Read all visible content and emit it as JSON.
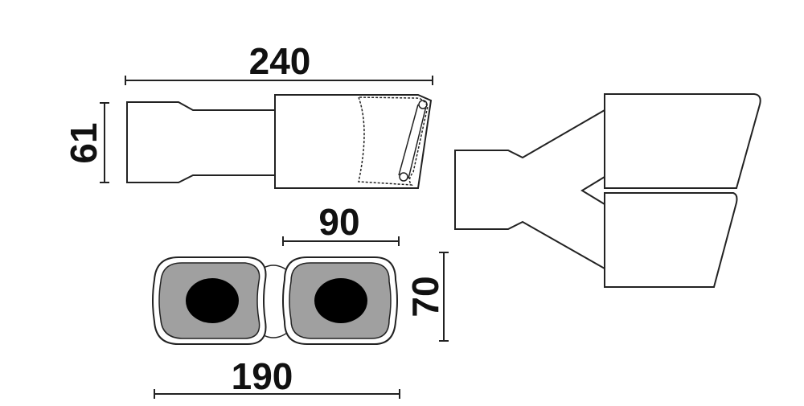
{
  "dimensions": {
    "overall_length": "240",
    "inlet_height": "61",
    "outlet_spacing": "90",
    "outlet_height": "70",
    "overall_width": "190"
  },
  "colors": {
    "line": "#222222",
    "outlet_fill": "#a0a0a0",
    "bore_fill": "#000000",
    "background": "#ffffff"
  }
}
